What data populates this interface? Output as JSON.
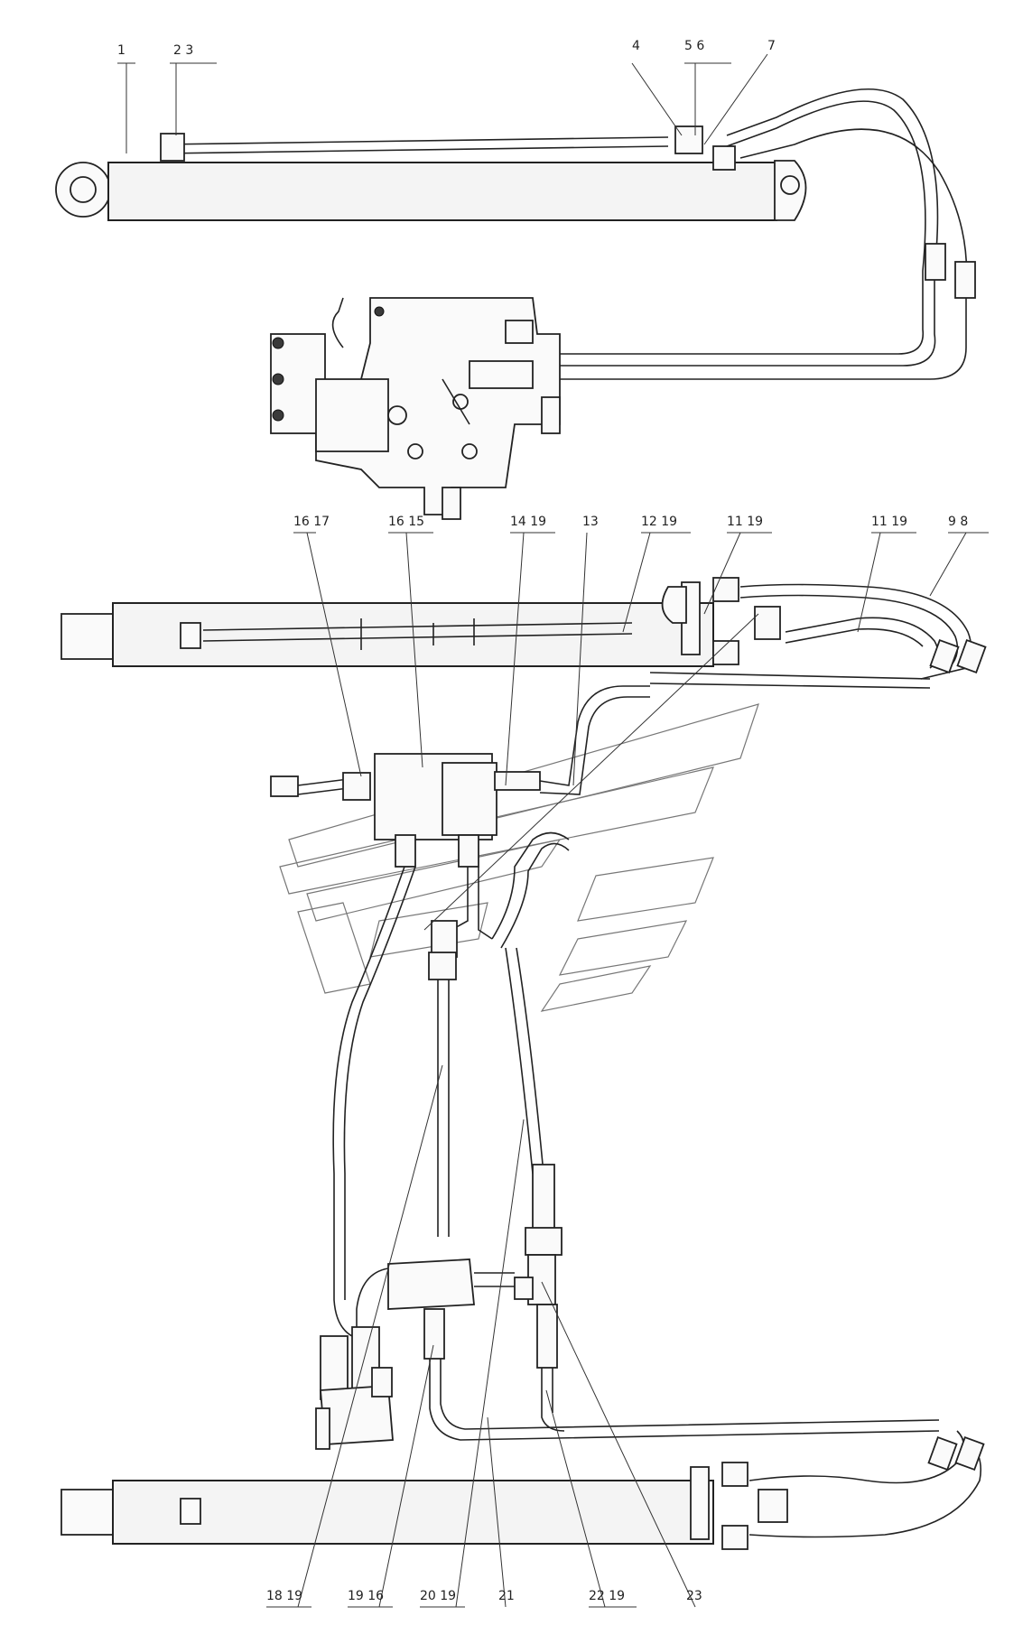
{
  "labels": {
    "p1": "1",
    "p2_3": "2  3",
    "p4": "4",
    "p5_6": "5  6",
    "p7": "7",
    "p16_17": "16  17",
    "p16_15": "16  15",
    "p14_19": "14  19",
    "p13": "13",
    "p12_19": "12  19",
    "p11_19a": "11  19",
    "p11_19b": "11  19",
    "p9_8": "9  8",
    "p18_19": "18  19",
    "p19_16": "19  16",
    "p20_19": "20  19",
    "p21": "21",
    "p22_19": "22  19",
    "p23": "23"
  }
}
